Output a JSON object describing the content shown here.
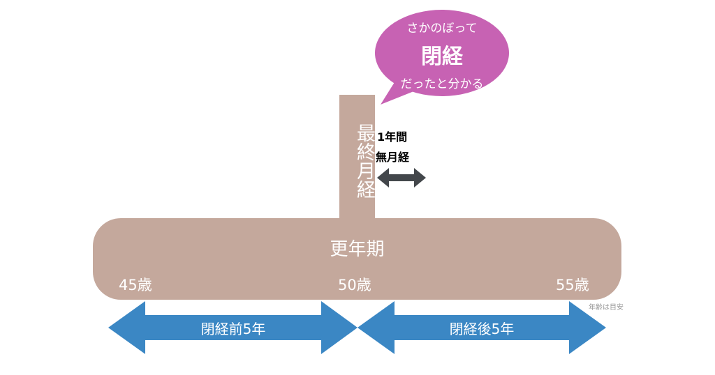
{
  "bubble": {
    "line1": "さかのぼって",
    "line2": "閉経",
    "line3": "だったと分かる"
  },
  "pillar": {
    "label": "最終月経"
  },
  "gap": {
    "line1": "1年間",
    "line2": "無月経"
  },
  "bar": {
    "label": "更年期",
    "ages": [
      "45歳",
      "50歳",
      "55歳"
    ]
  },
  "note": "年齢は目安",
  "arrows": {
    "before": "閉経前5年",
    "after": "閉経後5年"
  },
  "colors": {
    "bar": "#c4a89c",
    "bubble": "#c762b3",
    "arrow": "#3b87c4",
    "dark": "#43474b"
  }
}
